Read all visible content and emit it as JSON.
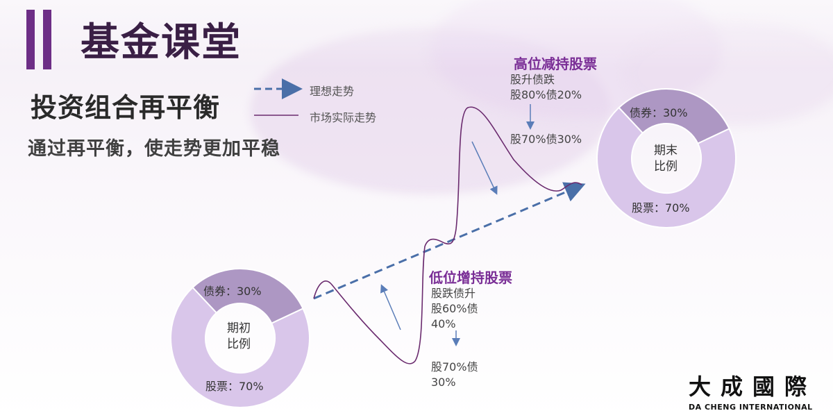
{
  "header": {
    "title": "基金课堂"
  },
  "subtitle": "投资组合再平衡",
  "tagline": "通过再平衡，使走势更加平稳",
  "legend": {
    "ideal": "理想走势",
    "actual": "市场实际走势"
  },
  "high": {
    "heading": "高位减持股票",
    "line1": "股升债跌",
    "line2": "股80%债20%",
    "result": "股70%债30%"
  },
  "low": {
    "heading": "低位增持股票",
    "line1": "股跌债升",
    "line2": "股60%债",
    "line3": "40%",
    "result1": "股70%债",
    "result2": "30%"
  },
  "donut_start": {
    "center1": "期初",
    "center2": "比例",
    "bond_label": "债券：30%",
    "stock_label": "股票：70%",
    "bond_pct": 30,
    "stock_pct": 70
  },
  "donut_end": {
    "center1": "期末",
    "center2": "比例",
    "bond_label": "债券：30%",
    "stock_label": "股票：70%",
    "bond_pct": 30,
    "stock_pct": 70
  },
  "colors": {
    "bond": "#ad97c3",
    "stock": "#d9c6ea",
    "ideal_line": "#4a6fa8",
    "actual_line": "#6a2a6e",
    "accent": "#6d2e86"
  },
  "logo": {
    "cn": "大成國際",
    "en": "DA CHENG INTERNATIONAL"
  }
}
